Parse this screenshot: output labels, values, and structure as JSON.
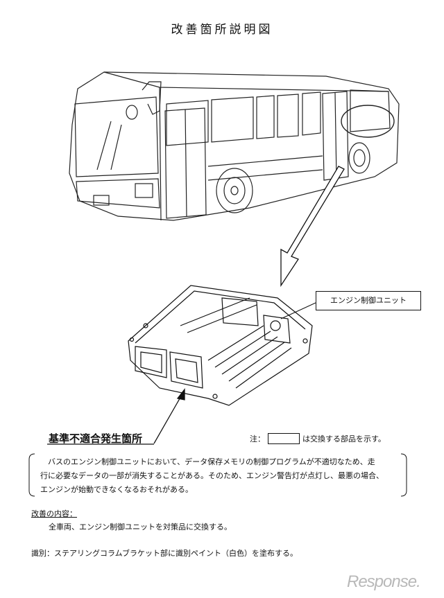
{
  "title": "改善箇所説明図",
  "callout_label": "エンジン制御ユニット",
  "defect_label": "基準不適合発生箇所",
  "note": {
    "prefix": "注：",
    "suffix": "は交換する部品を示す。"
  },
  "description_lines": [
    "バスのエンジン制御ユニットにおいて、データ保存メモリの制御プログラムが不適切なため、走",
    "行に必要なデータの一部が消失することがある。そのため、エンジン警告灯が点灯し、最悪の場合、",
    "エンジンが始動できなくなるおそれがある。"
  ],
  "improvement": {
    "heading": "改善の内容：",
    "body": "全車両、エンジン制御ユニットを対策品に交換する。"
  },
  "identification": "識別：ステアリングコラムブラケット部に識別ペイント（白色）を塗布する。",
  "watermark": "Response."
}
